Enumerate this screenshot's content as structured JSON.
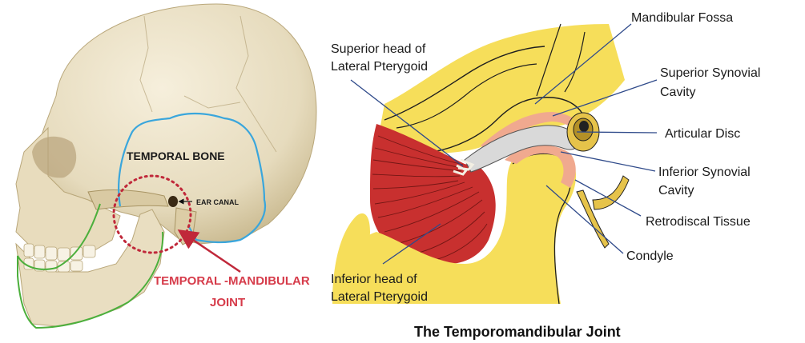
{
  "skull": {
    "temporal_bone_label": "TEMPORAL BONE",
    "ear_canal_label": "EAR CANAL",
    "joint_label_line1": "TEMPORAL -MANDIBULAR",
    "joint_label_line2": "JOINT"
  },
  "diagram": {
    "labels": {
      "mandibular_fossa": "Mandibular Fossa",
      "superior_head_line1": "Superior head of",
      "superior_head_line2": "Lateral Pterygoid",
      "superior_synovial_line1": "Superior Synovial",
      "superior_synovial_line2": "Cavity",
      "articular_disc": "Articular Disc",
      "inferior_synovial_line1": "Inferior Synovial",
      "inferior_synovial_line2": "Cavity",
      "retrodiscal_tissue": "Retrodiscal Tissue",
      "condyle": "Condyle",
      "inferior_head_line1": "Inferior head of",
      "inferior_head_line2": "Lateral Pterygoid"
    },
    "title": "The Temporomandibular Joint"
  },
  "colors": {
    "bone": "#ede3c8",
    "bone_shadow": "#c9b98f",
    "temporal_outline": "#3aa6dc",
    "mandible_outline": "#4caf3c",
    "joint_circle": "#c0283a",
    "diagram_bone": "#f6de5a",
    "diagram_dark_bone": "#d9b825",
    "muscle": "#c8302f",
    "disc": "#d9d9d9",
    "synovial": "#f0a98f",
    "leader_lines": "#2f4a8a"
  }
}
